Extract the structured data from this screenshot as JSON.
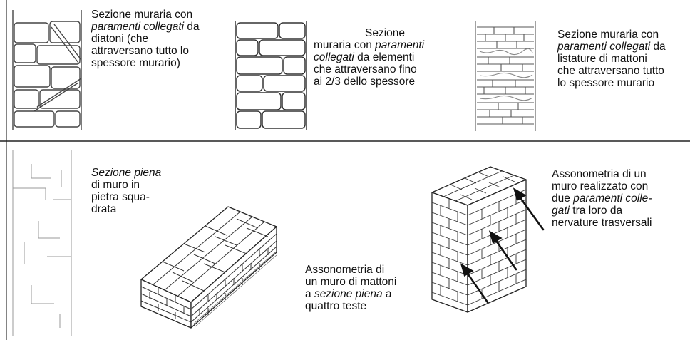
{
  "captions": {
    "c1": {
      "line1": "Sezione muraria con",
      "line2_em": "paramenti collegati",
      "line2_rest": " da",
      "line3": "diatoni (che",
      "line4": "attraversano tutto lo",
      "line5": "spessore murario)"
    },
    "c2": {
      "line1": "Sezione",
      "line2_a": "muraria con ",
      "line2_em": "paramenti",
      "line3_em": "collegati",
      "line3_rest": " da elementi",
      "line4": "che attraversano fino",
      "line5": "ai 2/3 dello spessore"
    },
    "c3": {
      "line1": "Sezione muraria con",
      "line2_em": "paramenti collegati",
      "line2_rest": " da",
      "line3": "listature di mattoni",
      "line4": "che attraversano tutto",
      "line5": "lo spessore murario"
    },
    "c4": {
      "line1_em": "Sezione piena",
      "line2": "di muro in",
      "line3": "pietra squa-",
      "line4": "drata"
    },
    "c5": {
      "line1": "Assonometria di",
      "line2": "un muro di mattoni",
      "line3_a": "a ",
      "line3_em": "sezione piena",
      "line3_rest": " a",
      "line4": "quattro teste"
    },
    "c6": {
      "line1": "Assonometria di un",
      "line2": "muro realizzato con",
      "line3_a": "due ",
      "line3_em": "paramenti colle-",
      "line4_em": "gati",
      "line4_rest": " tra loro da",
      "line5": "nervature trasversali"
    }
  }
}
